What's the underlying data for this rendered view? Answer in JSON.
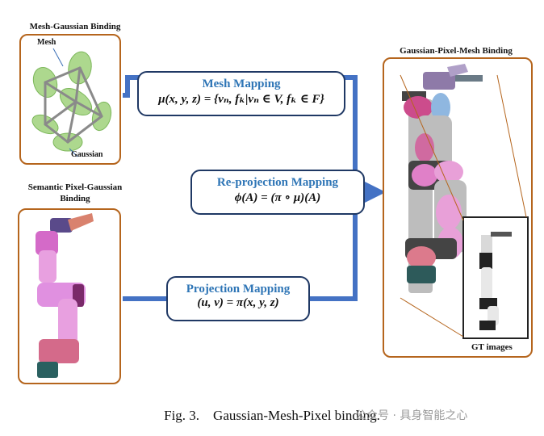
{
  "titles": {
    "mesh_gaussian": "Mesh-Gaussian Binding",
    "semantic_pixel": "Semantic Pixel-Gaussian Binding",
    "gaussian_pixel_mesh": "Gaussian-Pixel-Mesh Binding"
  },
  "mesh_panel": {
    "mesh_label": "Mesh",
    "gaussian_label": "Gaussian"
  },
  "mappings": {
    "mesh": {
      "title": "Mesh Mapping",
      "formula": "μ(x, y, z) = {vₙ, fₖ|vₙ ∈ V, fₖ ∈ F}"
    },
    "reprojection": {
      "title": "Re-projection Mapping",
      "formula": "ϕ(A) = (π ∘ μ)(A)"
    },
    "projection": {
      "title": "Projection Mapping",
      "formula": "(u, v) = π(x, y, z)"
    }
  },
  "gt_label": "GT images",
  "caption": "Fig. 3.    Gaussian-Mesh-Pixel binding.",
  "watermark": "公众号 · 具身智能之心",
  "colors": {
    "panel_border": "#b5651d",
    "connector": "#4472c4",
    "box_border": "#1f3864",
    "title_blue": "#2e75b6"
  }
}
